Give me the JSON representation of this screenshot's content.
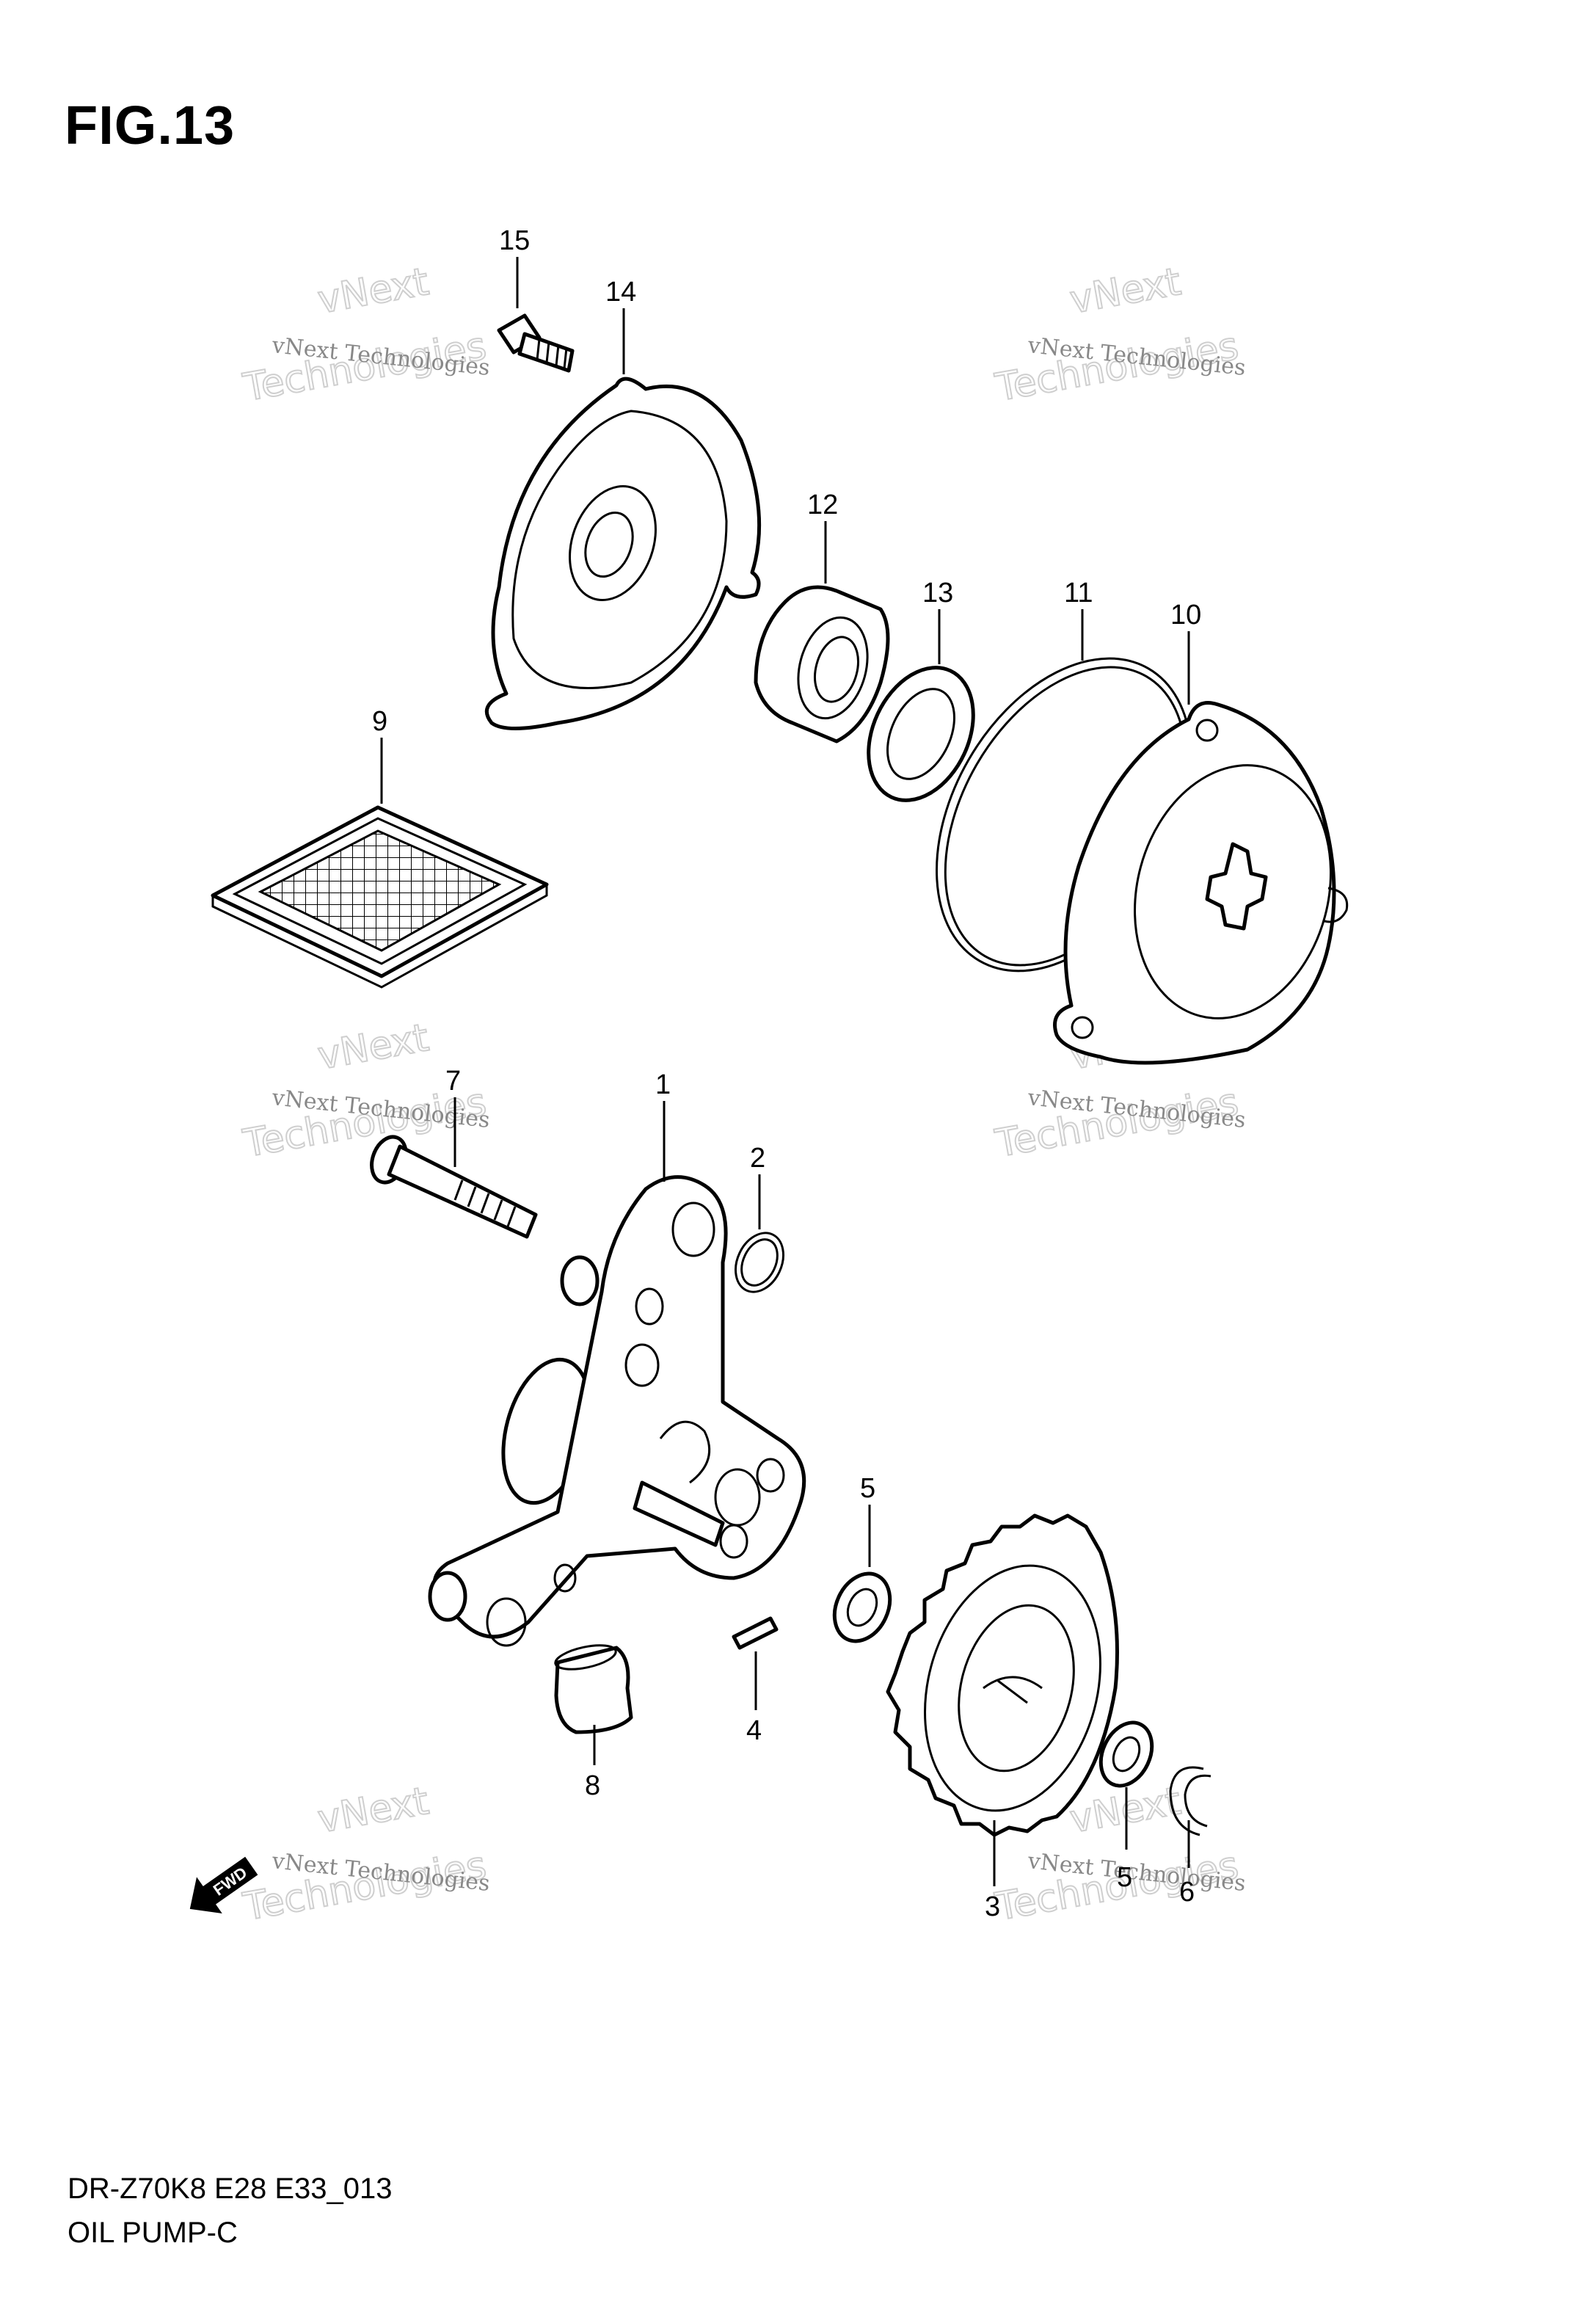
{
  "figure": {
    "title": "FIG.13"
  },
  "footer": {
    "model_code": "DR-Z70K8 E28 E33_013",
    "section_name": "OIL PUMP-C"
  },
  "watermark": {
    "line1": "vNext Technologies",
    "line2": "vNext",
    "line3": "Technologies"
  },
  "fwd_label": "FWD",
  "callouts": {
    "c1": "1",
    "c2": "2",
    "c3": "3",
    "c4": "4",
    "c5a": "5",
    "c5b": "5",
    "c6": "6",
    "c7": "7",
    "c8": "8",
    "c9": "9",
    "c10": "10",
    "c11": "11",
    "c12": "12",
    "c13": "13",
    "c14": "14",
    "c15": "15"
  }
}
